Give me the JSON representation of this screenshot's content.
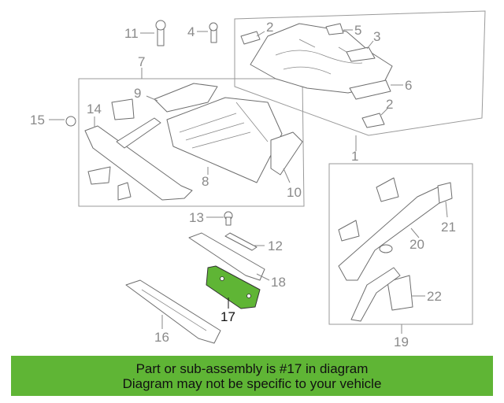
{
  "callouts": [
    "1",
    "2",
    "3",
    "4",
    "5",
    "6",
    "7",
    "8",
    "9",
    "10",
    "11",
    "12",
    "13",
    "14",
    "15",
    "16",
    "17",
    "18",
    "19",
    "20",
    "21",
    "22"
  ],
  "highlight": {
    "part_number": "17",
    "color": "#5fb535"
  },
  "banner": {
    "line1": "Part or sub-assembly is #17 in diagram",
    "line2": "Diagram may not be specific to your vehicle",
    "background": "#5fb535"
  }
}
